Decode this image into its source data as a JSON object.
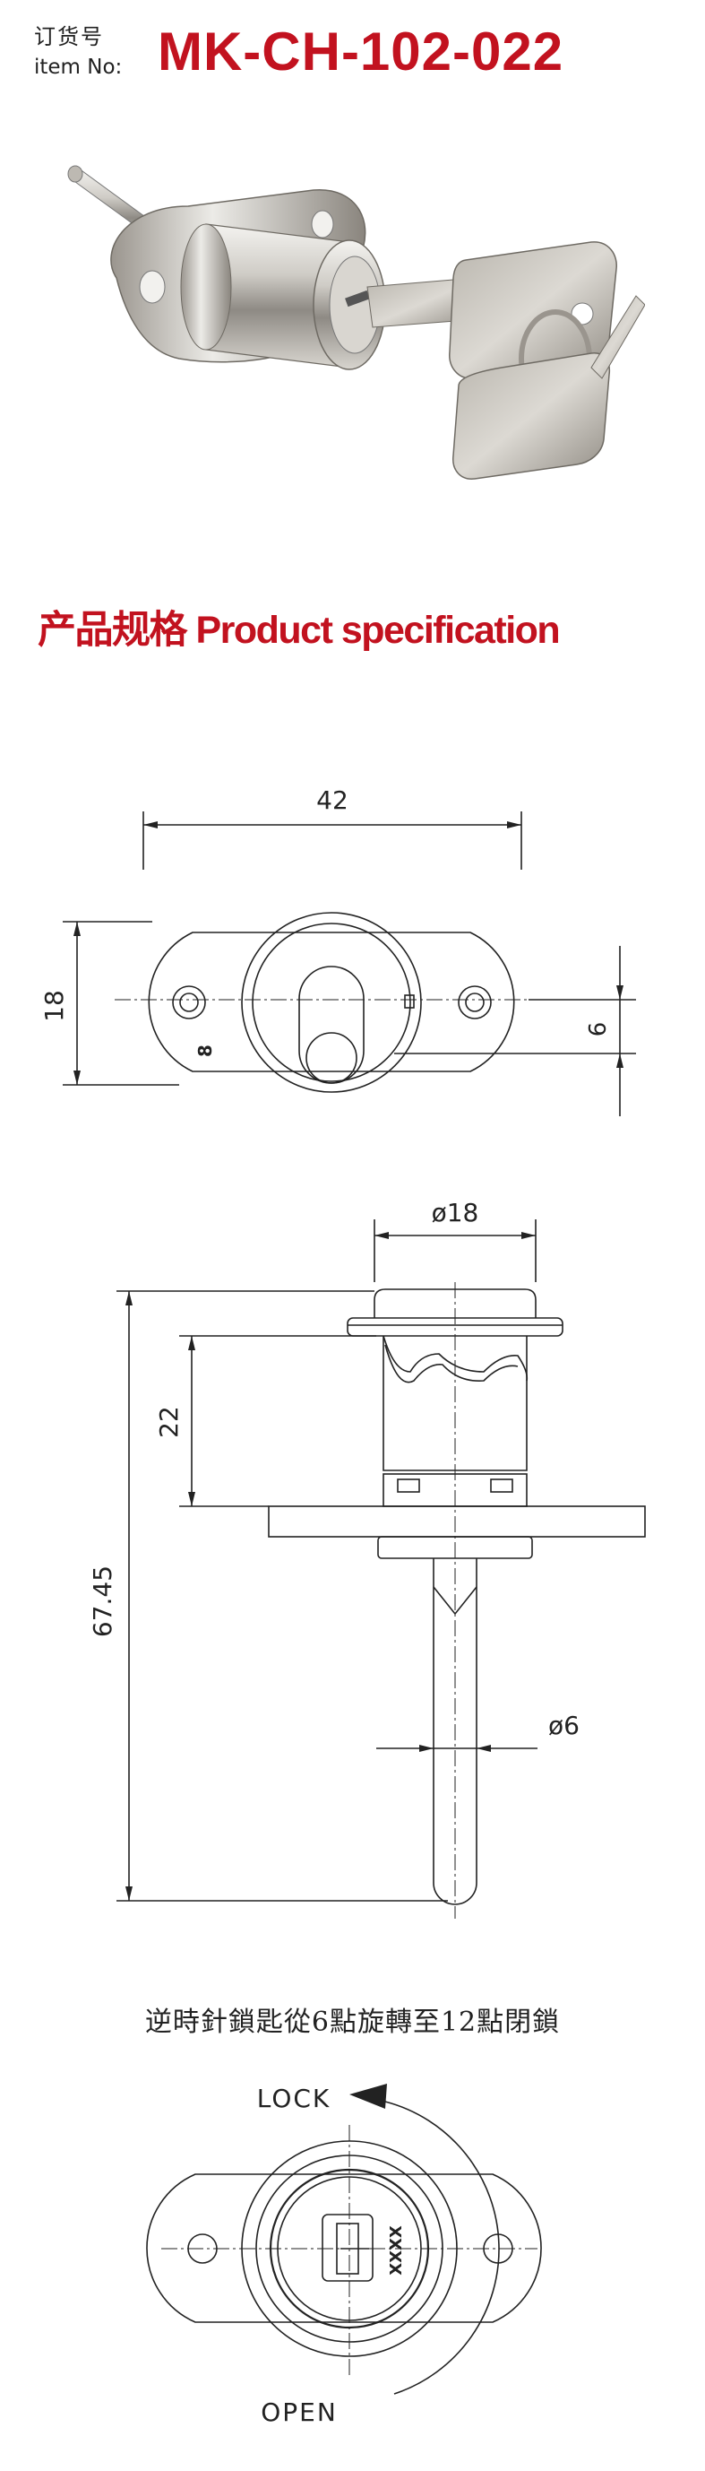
{
  "header": {
    "order_label_cn": "订货号",
    "item_label_en": "item No:",
    "item_number": "MK-CH-102-022"
  },
  "spec_section": {
    "title": "产品规格 Product specification"
  },
  "front_view": {
    "dim_width": "42",
    "dim_height": "18",
    "dim_offset": "6",
    "face_mark": "8"
  },
  "side_view": {
    "dim_diameter_top": "ø18",
    "dim_body_height": "22",
    "dim_total_length": "67.45",
    "dim_pin_diameter": "ø6"
  },
  "rotation_view": {
    "caption": "逆時針鎖匙從6點旋轉至12點閉鎖",
    "lock_label": "LOCK",
    "open_label": "OPEN",
    "key_code": "XXXX"
  },
  "colors": {
    "accent": "#c2121f",
    "line": "#222222",
    "metal": "#c9c6c0"
  }
}
